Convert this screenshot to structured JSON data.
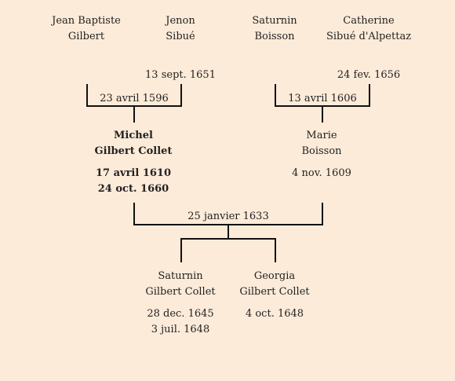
{
  "colors": {
    "background": "#fdebd9",
    "lines": "#111111",
    "text": "#222222"
  },
  "grandparents": {
    "left_father": {
      "first": "Jean Baptiste",
      "last": "Gilbert"
    },
    "left_mother": {
      "first": "Jenon",
      "last": "Sibué",
      "date": "13 sept. 1651"
    },
    "right_father": {
      "first": "Saturnin",
      "last": "Boisson"
    },
    "right_mother": {
      "first": "Catherine",
      "last": "Sibué d'Alpettaz",
      "date": "24 fev. 1656"
    }
  },
  "marriages": {
    "left": "23 avril 1596",
    "right": "13 avril 1606",
    "main": "25 janvier 1633"
  },
  "parents": {
    "father": {
      "first": "Michel",
      "last": "Gilbert Collet",
      "birth": "17 avril 1610",
      "death": "24 oct. 1660"
    },
    "mother": {
      "first": "Marie",
      "last": "Boisson",
      "birth": "4 nov. 1609"
    }
  },
  "children": [
    {
      "first": "Saturnin",
      "last": "Gilbert Collet",
      "birth": "28 dec. 1645",
      "death": "3 juil. 1648"
    },
    {
      "first": "Georgia",
      "last": "Gilbert Collet",
      "birth": "4 oct. 1648"
    }
  ]
}
